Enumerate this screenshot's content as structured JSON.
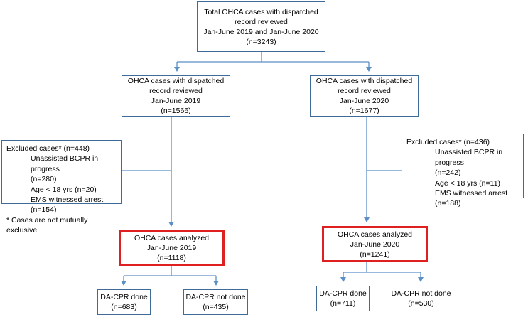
{
  "colors": {
    "connector": "#5b8fc7",
    "box_border": "#3f6b96",
    "highlight": "#e02020"
  },
  "top": {
    "line1": "Total OHCA cases with dispatched",
    "line2": "record reviewed",
    "line3": "Jan-June 2019 and Jan-June 2020",
    "line4": "(n=3243)"
  },
  "year2019": {
    "reviewed": {
      "line1": "OHCA cases with dispatched",
      "line2": "record reviewed",
      "line3": "Jan-June 2019",
      "line4": "(n=1566)"
    },
    "excluded": {
      "header": "Excluded cases* (n=448)",
      "unassisted": "Unassisted BCPR in progress",
      "unassisted_n": "(n=280)",
      "age": "Age < 18 yrs (n=20)",
      "ems": "EMS witnessed arrest (n=154)",
      "note": "* Cases are not mutually exclusive"
    },
    "analyzed": {
      "line1": "OHCA cases analyzed",
      "line2": "Jan-June 2019",
      "line3": "(n=1118)"
    },
    "done": {
      "label": "DA-CPR done",
      "n": "(n=683)"
    },
    "not_done": {
      "label": "DA-CPR not done",
      "n": "(n=435)"
    }
  },
  "year2020": {
    "reviewed": {
      "line1": "OHCA cases with dispatched",
      "line2": "record reviewed",
      "line3": "Jan-June 2020",
      "line4": "(n=1677)"
    },
    "excluded": {
      "header": "Excluded cases* (n=436)",
      "unassisted": "Unassisted BCPR in progress",
      "unassisted_n": "(n=242)",
      "age": "Age < 18 yrs (n=11)",
      "ems": "EMS witnessed arrest",
      "ems_n": "(n=188)"
    },
    "analyzed": {
      "line1": "OHCA cases analyzed",
      "line2": "Jan-June 2020",
      "line3": "(n=1241)"
    },
    "done": {
      "label": "DA-CPR done",
      "n": "(n=711)"
    },
    "not_done": {
      "label": "DA-CPR not done",
      "n": "(n=530)"
    }
  }
}
